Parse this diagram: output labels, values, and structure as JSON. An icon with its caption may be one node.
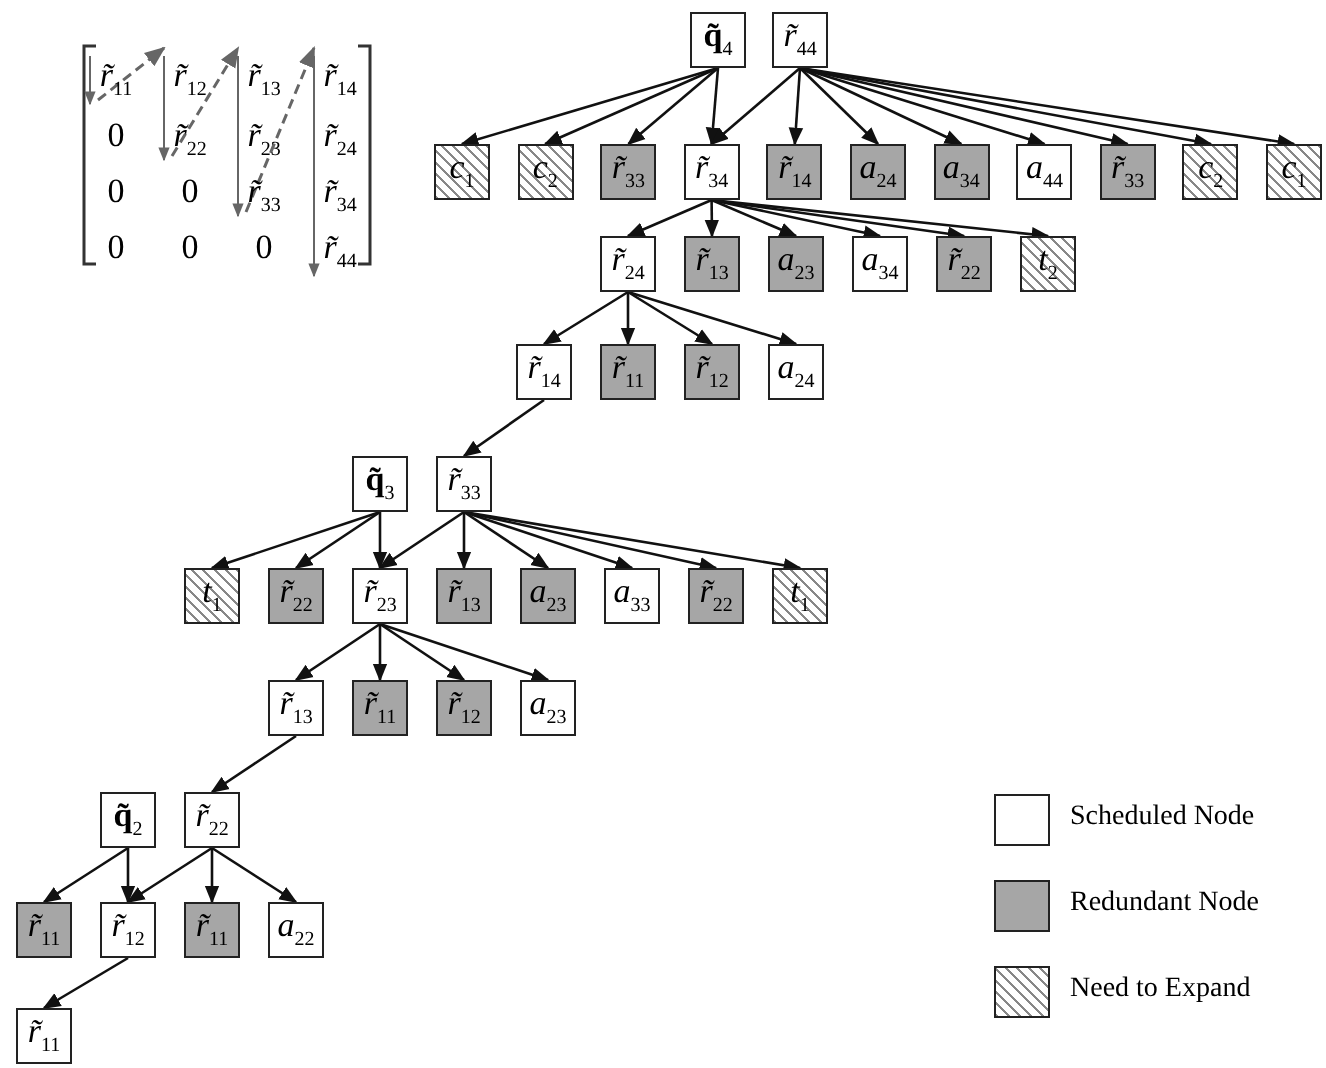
{
  "diagram": {
    "nodes": [
      {
        "text": [
          "**q̃**$_{4}$"
        ]
      },
      {
        "text": [
          "*r̃*$_{44}$"
        ]
      },
      {
        "text": [
          "*c*$_{1}$"
        ]
      },
      {
        "text": [
          "*c*$_{2}$"
        ]
      },
      {
        "text": [
          "*r̃*$_{33}$"
        ]
      },
      {
        "text": [
          "*r̃*$_{34}$"
        ]
      },
      {
        "text": [
          "*r̃*$_{14}$"
        ]
      },
      {
        "text": [
          "*a*$_{24}$"
        ]
      },
      {
        "text": [
          "*a*$_{34}$"
        ]
      },
      {
        "text": [
          "*a*$_{44}$"
        ]
      },
      {
        "text": [
          "*r̃*$_{33}$"
        ]
      },
      {
        "text": [
          "*c*$_{2}$"
        ]
      },
      {
        "text": [
          "*c*$_{1}$"
        ]
      },
      {
        "text": [
          "*r̃*$_{24}$"
        ]
      },
      {
        "text": [
          "*r̃*$_{13}$"
        ]
      },
      {
        "text": [
          "*a*$_{23}$"
        ]
      },
      {
        "text": [
          "*a*$_{34}$"
        ]
      },
      {
        "text": [
          "*r̃*$_{22}$"
        ]
      },
      {
        "text": [
          "*t*$_{2}$"
        ]
      },
      {
        "text": [
          "*r̃*$_{14}$"
        ]
      },
      {
        "text": [
          "*r̃*$_{11}$"
        ]
      },
      {
        "text": [
          "*r̃*$_{12}$"
        ]
      },
      {
        "text": [
          "*a*$_{24}$"
        ]
      },
      {
        "text": [
          "**q̃**$_{3}$"
        ]
      },
      {
        "text": [
          "*r̃*$_{33}$"
        ]
      },
      {
        "text": [
          "*t*$_{1}$"
        ]
      },
      {
        "text": [
          "*r̃*$_{22}$"
        ]
      },
      {
        "text": [
          "*r̃*$_{23}$"
        ]
      },
      {
        "text": [
          "*r̃*$_{13}$"
        ]
      },
      {
        "text": [
          "*a*$_{23}$"
        ]
      },
      {
        "text": [
          "*a*$_{33}$"
        ]
      },
      {
        "text": [
          "*r̃*$_{22}$"
        ]
      },
      {
        "text": [
          "*t*$_{1}$"
        ]
      },
      {
        "text": [
          "*r̃*$_{13}$"
        ]
      },
      {
        "text": [
          "*r̃*$_{11}$"
        ]
      },
      {
        "text": [
          "*r̃*$_{12}$"
        ]
      },
      {
        "text": [
          "*a*$_{23}$"
        ]
      },
      {
        "text": [
          "**q̃**$_{2}$"
        ]
      },
      {
        "text": [
          "*r̃*$_{22}$"
        ]
      },
      {
        "text": [
          "*r̃*$_{11}$"
        ]
      },
      {
        "text": [
          "*r̃*$_{12}$"
        ]
      },
      {
        "text": [
          "*r̃*$_{11}$"
        ]
      },
      {
        "text": [
          "*a*$_{22}$"
        ]
      },
      {
        "text": [
          "*r̃*$_{11}$"
        ]
      }
    ],
    "edges": [
      {
        "from": 0,
        "to": 2,
        "arrow": "to"
      },
      {
        "from": 0,
        "to": 3,
        "arrow": "to"
      },
      {
        "from": 0,
        "to": 4,
        "arrow": "to"
      },
      {
        "from": 0,
        "to": 5,
        "arrow": "to"
      },
      {
        "from": 1,
        "to": 5,
        "arrow": "to"
      },
      {
        "from": 1,
        "to": 6,
        "arrow": "to"
      },
      {
        "from": 1,
        "to": 7,
        "arrow": "to"
      },
      {
        "from": 1,
        "to": 8,
        "arrow": "to"
      },
      {
        "from": 1,
        "to": 9,
        "arrow": "to"
      },
      {
        "from": 1,
        "to": 10,
        "arrow": "to"
      },
      {
        "from": 1,
        "to": 11,
        "arrow": "to"
      },
      {
        "from": 1,
        "to": 12,
        "arrow": "to"
      },
      {
        "from": 5,
        "to": 13,
        "arrow": "to"
      },
      {
        "from": 5,
        "to": 14,
        "arrow": "to"
      },
      {
        "from": 5,
        "to": 15,
        "arrow": "to"
      },
      {
        "from": 5,
        "to": 16,
        "arrow": "to"
      },
      {
        "from": 5,
        "to": 17,
        "arrow": "to"
      },
      {
        "from": 5,
        "to": 18,
        "arrow": "to"
      },
      {
        "from": 13,
        "to": 19,
        "arrow": "to"
      },
      {
        "from": 13,
        "to": 20,
        "arrow": "to"
      },
      {
        "from": 13,
        "to": 21,
        "arrow": "to"
      },
      {
        "from": 13,
        "to": 22,
        "arrow": "to"
      },
      {
        "from": 19,
        "to": 24,
        "arrow": "to"
      },
      {
        "from": 23,
        "to": 25,
        "arrow": "to"
      },
      {
        "from": 23,
        "to": 26,
        "arrow": "to"
      },
      {
        "from": 23,
        "to": 27,
        "arrow": "to"
      },
      {
        "from": 24,
        "to": 27,
        "arrow": "to"
      },
      {
        "from": 24,
        "to": 28,
        "arrow": "to"
      },
      {
        "from": 24,
        "to": 29,
        "arrow": "to"
      },
      {
        "from": 24,
        "to": 30,
        "arrow": "to"
      },
      {
        "from": 24,
        "to": 31,
        "arrow": "to"
      },
      {
        "from": 24,
        "to": 32,
        "arrow": "to"
      },
      {
        "from": 27,
        "to": 33,
        "arrow": "to"
      },
      {
        "from": 27,
        "to": 34,
        "arrow": "to"
      },
      {
        "from": 27,
        "to": 35,
        "arrow": "to"
      },
      {
        "from": 27,
        "to": 36,
        "arrow": "to"
      },
      {
        "from": 33,
        "to": 38,
        "arrow": "to"
      },
      {
        "from": 37,
        "to": 39,
        "arrow": "to"
      },
      {
        "from": 37,
        "to": 40,
        "arrow": "to"
      },
      {
        "from": 38,
        "to": 40,
        "arrow": "to"
      },
      {
        "from": 38,
        "to": 41,
        "arrow": "to"
      },
      {
        "from": 38,
        "to": 42,
        "arrow": "to"
      },
      {
        "from": 40,
        "to": 43,
        "arrow": "to"
      }
    ],
    "labels": [
      "*r̃*$_{11}$",
      "*r̃*$_{12}$",
      "*r̃*$_{13}$",
      "*r̃*$_{14}$",
      "0",
      "*r̃*$_{22}$",
      "*r̃*$_{23}$",
      "*r̃*$_{24}$",
      "0",
      "0",
      "*r̃*$_{33}$",
      "*r̃*$_{34}$",
      "0",
      "0",
      "0",
      "*r̃*$_{44}$"
    ],
    "legend": [
      {
        "text": "Scheduled Node",
        "color": "#ffffff"
      },
      {
        "text": "Redundant Node",
        "color": "#a6a6a6"
      },
      {
        "text": "Need to Expand"
      }
    ]
  }
}
